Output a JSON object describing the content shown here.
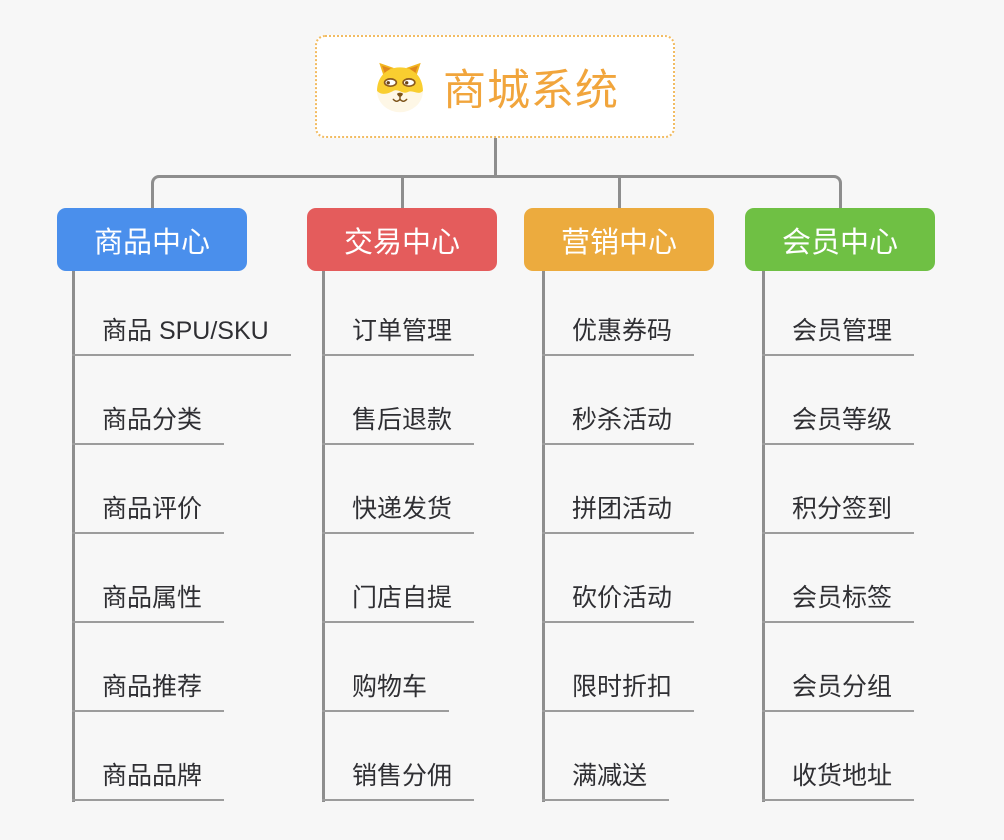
{
  "root": {
    "title": "商城系统",
    "icon": "shiba-dog-icon",
    "accent_color": "#f1a53c",
    "border_color": "#f2bc62"
  },
  "branches": [
    {
      "label": "商品中心",
      "color": "#4a8fec",
      "children": [
        "商品 SPU/SKU",
        "商品分类",
        "商品评价",
        "商品属性",
        "商品推荐",
        "商品品牌"
      ]
    },
    {
      "label": "交易中心",
      "color": "#e45c5c",
      "children": [
        "订单管理",
        "售后退款",
        "快递发货",
        "门店自提",
        "购物车",
        "销售分佣"
      ]
    },
    {
      "label": "营销中心",
      "color": "#ecab3e",
      "children": [
        "优惠券码",
        "秒杀活动",
        "拼团活动",
        "砍价活动",
        "限时折扣",
        "满减送"
      ]
    },
    {
      "label": "会员中心",
      "color": "#6fc044",
      "children": [
        "会员管理",
        "会员等级",
        "积分签到",
        "会员标签",
        "会员分组",
        "收货地址"
      ]
    }
  ],
  "colors": {
    "background": "#f7f7f7",
    "connector": "#8e8e8e",
    "leaf_underline": "#9c9c9c",
    "leaf_text": "#2f2f33",
    "branch_text": "#ffffff"
  }
}
